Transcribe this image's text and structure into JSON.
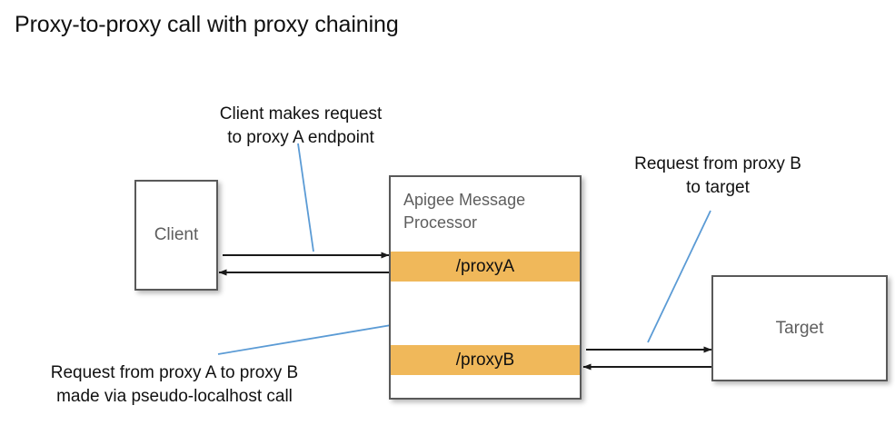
{
  "page": {
    "title": "Proxy-to-proxy call with proxy chaining"
  },
  "nodes": {
    "client": {
      "label": "Client"
    },
    "message_processor": {
      "label": "Apigee Message\nProcessor",
      "proxy_a": "/proxyA",
      "proxy_b": "/proxyB"
    },
    "target": {
      "label": "Target"
    }
  },
  "annotations": {
    "client_request": "Client makes request\nto proxy A endpoint",
    "target_request": "Request from proxy B\nto target",
    "chaining_note": "Request from proxy A to proxy B\nmade via pseudo-localhost call"
  },
  "colors": {
    "proxy_band": "#f0b85a",
    "box_border": "#595959",
    "box_label": "#5e5e5e",
    "leader_line": "#5b9bd5",
    "arrow": "#1a1a1a",
    "title": "#111111",
    "background": "#ffffff"
  },
  "flows": [
    {
      "name": "client-to-proxy-a",
      "from": "client",
      "to": "proxy_a",
      "direction": "right"
    },
    {
      "name": "proxy-a-to-client",
      "from": "proxy_a",
      "to": "client",
      "direction": "left"
    },
    {
      "name": "proxy-a-to-proxy-b",
      "from": "proxy_a",
      "to": "proxy_b",
      "direction": "down"
    },
    {
      "name": "proxy-b-to-proxy-a",
      "from": "proxy_b",
      "to": "proxy_a",
      "direction": "up"
    },
    {
      "name": "proxy-b-to-target",
      "from": "proxy_b",
      "to": "target",
      "direction": "right"
    },
    {
      "name": "target-to-proxy-b",
      "from": "target",
      "to": "proxy_b",
      "direction": "left"
    }
  ]
}
